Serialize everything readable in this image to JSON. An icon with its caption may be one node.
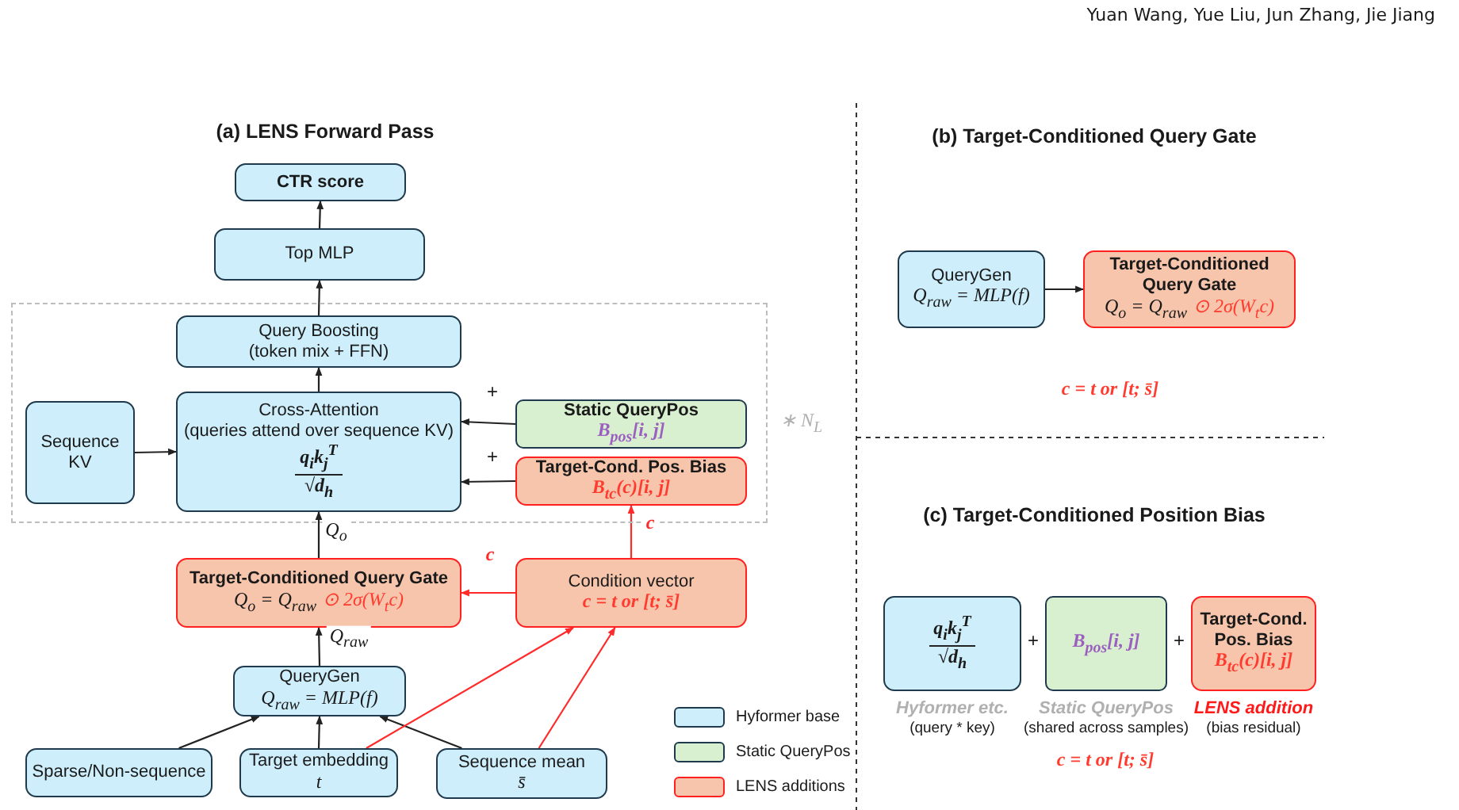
{
  "diagram": {
    "nodes": [
      {
        "text": [
          "CTR score"
        ]
      },
      {
        "text": [
          "Top MLP"
        ]
      },
      {
        "text": [],
        "shape": "box",
        "beside": [
          "∗ N$_{L}$"
        ]
      },
      {
        "text": [
          "Query Boosting",
          "(token mix + FFN)"
        ],
        "in": 2
      },
      {
        "text": [
          "Sequence KV"
        ],
        "in": 2
      },
      {
        "text": [
          "Cross-Attention",
          "(queries attend over sequence KV)",
          "q$_{i}$k$_{j}$$^{T}$",
          "√d$_{h}$"
        ],
        "in": 2
      },
      {
        "text": [
          "Static QueryPos",
          "B$_{pos}$[i, j]"
        ],
        "in": 2
      },
      {
        "text": [
          "Target-Cond. Pos. Bias",
          "B$_{tc}$(c)[i, j]"
        ],
        "in": 2
      },
      {
        "text": [
          "Target-Conditioned Query Gate",
          "Q$_{o}$ = Q$_{raw}$",
          "⊙ 2σ(W$_{t}$c)"
        ]
      },
      {
        "text": [
          "Condition vector",
          "c = t or [t; s̄]"
        ]
      },
      {
        "text": [
          "QueryGen",
          "Q$_{raw}$ = MLP(f)"
        ]
      },
      {
        "text": [
          "Sparse/Non-sequence"
        ]
      },
      {
        "text": [
          "Target embedding",
          "t"
        ]
      },
      {
        "text": [
          "Sequence mean",
          "s̄"
        ]
      },
      {
        "text": [
          "QueryGen",
          "Q$_{raw}$ = MLP(f)"
        ]
      },
      {
        "text": [
          "Target-Conditioned Query Gate",
          "Q$_{o}$ = Q$_{raw}$",
          "⊙ 2σ(W$_{t}$c)"
        ]
      },
      {
        "text": [
          "q$_{i}$k$_{j}$$^{T}$",
          "√d$_{h}$"
        ],
        "beside": [
          "Hyformer etc.",
          "(query * key)"
        ]
      },
      {
        "text": [
          "B$_{pos}$[i, j]"
        ],
        "beside": [
          "Static QueryPos",
          "(shared across samples)"
        ]
      },
      {
        "text": [
          "Target-Cond. Pos. Bias",
          "B$_{tc}$(c)[i, j]"
        ],
        "beside": [
          "LENS addition",
          "(bias residual)"
        ]
      }
    ],
    "edges": [
      {
        "from": 1,
        "to": 0,
        "arrow": "to"
      },
      {
        "from": 3,
        "to": 1,
        "arrow": "to"
      },
      {
        "from": 5,
        "to": 3,
        "arrow": "to"
      },
      {
        "from": 4,
        "to": 5,
        "arrow": "to"
      },
      {
        "from": 6,
        "to": 5,
        "arrow": "to"
      },
      {
        "from": 7,
        "to": 5,
        "arrow": "to"
      },
      {
        "from": 8,
        "to": 5,
        "arrow": "to",
        "label": "Q$_{o}$"
      },
      {
        "from": 9,
        "to": 8,
        "arrow": "to",
        "label": "c",
        "color": "#ff2a2a"
      },
      {
        "from": 9,
        "to": 7,
        "arrow": "to",
        "label": "c",
        "color": "#ff2a2a"
      },
      {
        "from": 10,
        "to": 8,
        "arrow": "to",
        "label": "Q$_{raw}$"
      },
      {
        "from": 11,
        "to": 10,
        "arrow": "to"
      },
      {
        "from": 12,
        "to": 10,
        "arrow": "to"
      },
      {
        "from": 13,
        "to": 10,
        "arrow": "to"
      },
      {
        "from": 12,
        "to": 9,
        "arrow": "to",
        "color": "#ff2a2a"
      },
      {
        "from": 13,
        "to": 9,
        "arrow": "to",
        "color": "#ff2a2a"
      },
      {
        "from": 14,
        "to": 15,
        "arrow": "to"
      }
    ],
    "labels": [
      "Yuan Wang, Yue Liu, Jun Zhang, Jie Jiang",
      "(a) LENS Forward Pass",
      "(b) Target-Conditioned Query Gate",
      "+",
      "+",
      "c = t or [t; s̄]",
      "(c) Target-Conditioned Position Bias",
      "+",
      "+",
      "c = t or [t; s̄]"
    ],
    "legend": [
      {
        "text": "Hyformer base",
        "color": "#cdeefa"
      },
      {
        "text": "Static QueryPos",
        "color": "#d9f0d0"
      },
      {
        "text": "LENS additions",
        "color": "#f7c5ab"
      }
    ]
  }
}
